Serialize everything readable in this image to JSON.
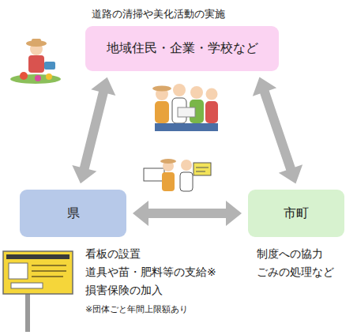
{
  "diagram": {
    "nodes": [
      {
        "text": [
          "道路の清掃や美化活動の実施",
          "地域住民・企業・学校など"
        ]
      },
      {
        "text": [
          "県"
        ]
      },
      {
        "text": [
          "市町"
        ]
      }
    ],
    "edges": [
      {
        "from": 0,
        "to": 1,
        "arrow": "both"
      },
      {
        "from": 0,
        "to": 2,
        "arrow": "both"
      },
      {
        "from": 1,
        "to": 2,
        "arrow": "both"
      }
    ],
    "labels": [
      "看板の設置",
      "道具や苗・肥料等の支給※",
      "損害保険の加入",
      "※団体ごと年間上限額あり",
      "制度への協力",
      "ごみの処理など"
    ]
  }
}
